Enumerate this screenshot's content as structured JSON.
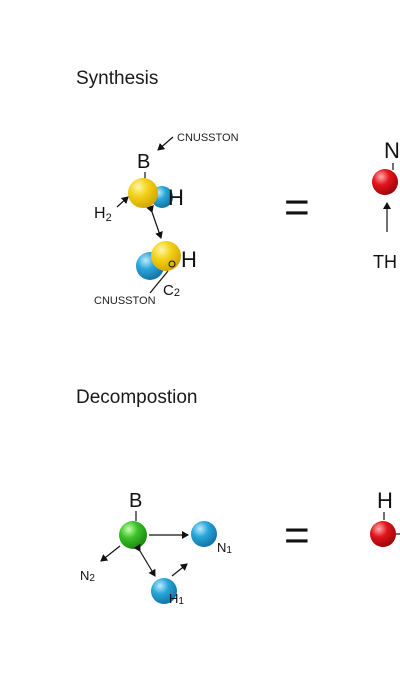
{
  "sections": [
    {
      "title": "Synthesis",
      "labels": {
        "top_atom": "B",
        "left_label": "H",
        "left_subscript": "2",
        "right_of_pair1": "H",
        "right_of_pair2": "H",
        "bottom_right": "C",
        "bottom_right_sub": "2",
        "callout_top": "CNUSSTON",
        "callout_bottom": "CNUSSTON",
        "equals": "=",
        "product_top": "N",
        "product_bottom": "TH"
      }
    },
    {
      "title": "Decompostion",
      "labels": {
        "top_atom": "B",
        "right_atom": "N",
        "right_sub": "1",
        "left_atom": "N",
        "left_sub": "2",
        "bottom_atom": "H",
        "bottom_sub": "1",
        "equals": "=",
        "product_top": "H"
      }
    }
  ],
  "colors": {
    "yellow": "#f3d21a",
    "cyan": "#29a6d8",
    "green": "#3cc22a",
    "red": "#e3141c",
    "ink": "#111111"
  }
}
